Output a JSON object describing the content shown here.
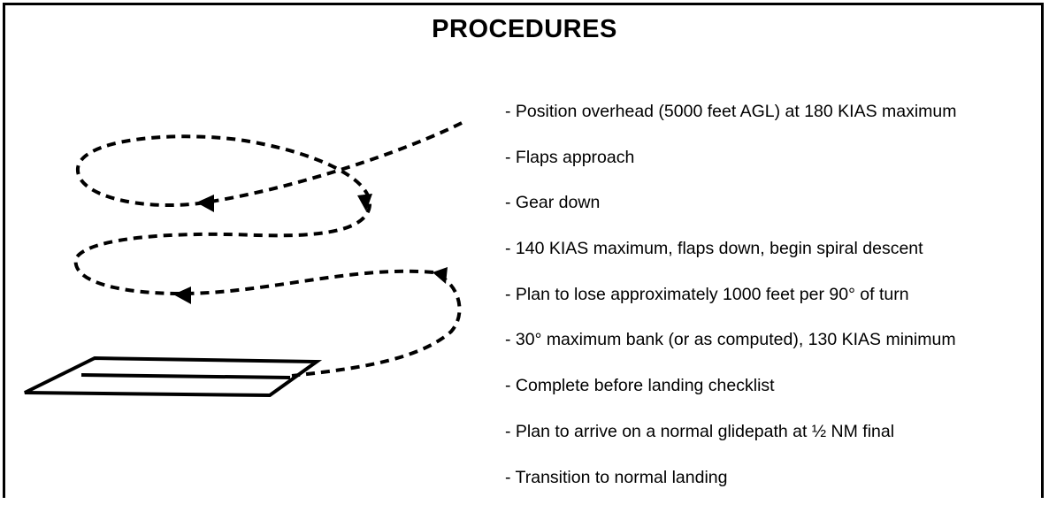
{
  "title": "PROCEDURES",
  "steps": [
    "- Position overhead (5000 feet AGL) at 180 KIAS maximum",
    "- Flaps approach",
    "- Gear down",
    "- 140 KIAS maximum, flaps down, begin spiral descent",
    "- Plan to lose approximately 1000 feet per 90° of turn",
    "- 30° maximum bank (or as computed), 130 KIAS minimum",
    "- Complete before landing checklist",
    "- Plan to arrive on a normal glidepath at ½ NM final",
    "- Transition to normal landing"
  ],
  "colors": {
    "line": "#000000",
    "background": "#ffffff"
  }
}
